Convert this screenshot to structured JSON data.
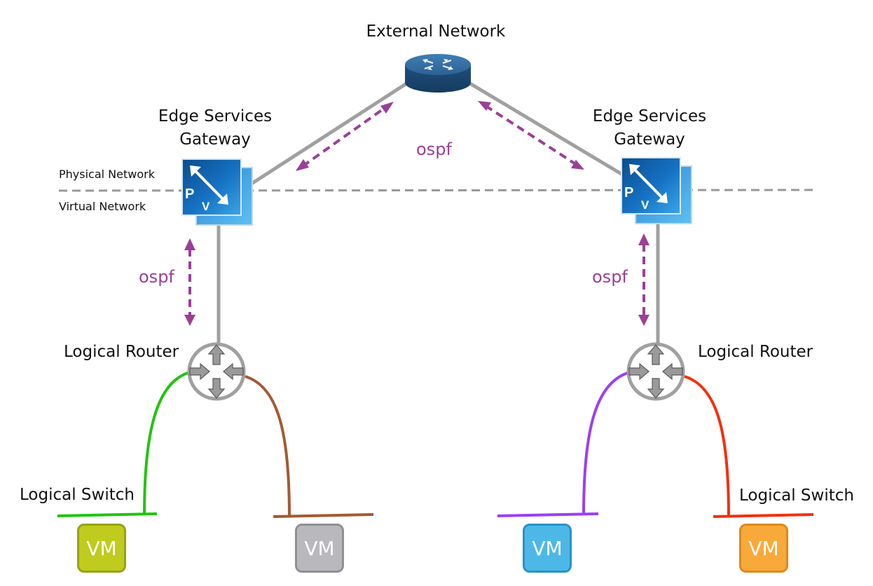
{
  "labels": {
    "external_network": "External Network",
    "edge_left_line1": "Edge Services",
    "edge_left_line2": "Gateway",
    "edge_right_line1": "Edge Services",
    "edge_right_line2": "Gateway",
    "physical_network": "Physical Network",
    "virtual_network": "Virtual Network",
    "router_left": "Logical Router",
    "router_right": "Logical Router",
    "switch_left": "Logical Switch",
    "switch_right": "Logical Switch",
    "ospf_top": "ospf",
    "ospf_left": "ospf",
    "ospf_right": "ospf"
  },
  "edge_icon": {
    "letter_p": "P",
    "letter_v": "V"
  },
  "vms": [
    {
      "label": "VM",
      "color": "#BFCC1E",
      "border": "#97A216"
    },
    {
      "label": "VM",
      "color": "#B9B9BD",
      "border": "#8F8F94"
    },
    {
      "label": "VM",
      "color": "#4DB8E8",
      "border": "#2793C6"
    },
    {
      "label": "VM",
      "color": "#F9A93A",
      "border": "#DB8A1D"
    }
  ],
  "colors": {
    "ospf": "#9B3F97",
    "link": "#A0A0A0",
    "dashed_divider": "#999999",
    "segment_green": "#22C40E",
    "segment_brown": "#A45A30",
    "segment_purple": "#9B3FF5",
    "segment_red": "#F52F0C"
  }
}
